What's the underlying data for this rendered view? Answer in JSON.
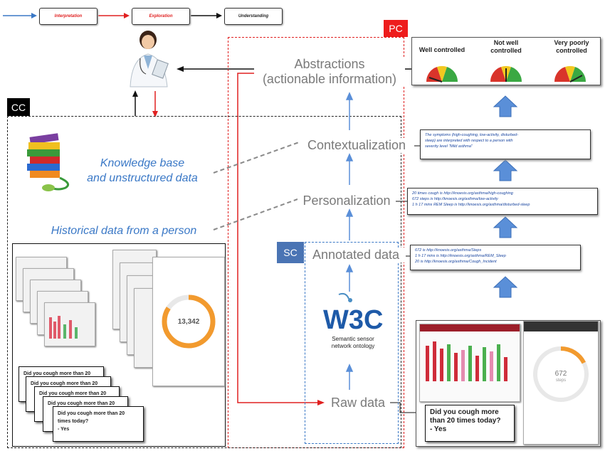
{
  "legend": {
    "interpretation": "Interpretation",
    "exploration": "Exploration",
    "understanding": "Understanding"
  },
  "tags": {
    "pc": "PC",
    "cc": "CC",
    "sc": "SC"
  },
  "stages": {
    "abstractions_line1": "Abstractions",
    "abstractions_line2": "(actionable information)",
    "contextualization": "Contextualization",
    "personalization": "Personalization",
    "annotated": "Annotated data",
    "raw": "Raw data"
  },
  "left": {
    "kb_line1": "Knowledge base",
    "kb_line2": "and unstructured data",
    "historical": "Historical data from a person"
  },
  "gauges": {
    "g1": "Well controlled",
    "g2_line1": "Not well",
    "g2_line2": "controlled",
    "g3_line1": "Very poorly",
    "g3_line2": "controlled"
  },
  "boxes": {
    "context_line1": "The symptoms (high-coughing, low-activity, disturbed-",
    "context_line2": "sleep) are interpreted with respect to a person with",
    "context_line3": "severity level \"Mild asthma\"",
    "pers_line1": "20 times cough is http://knoesis.org/asthma/high-coughing",
    "pers_line2": "672 steps is http://knoesis.org/asthma/low-activity",
    "pers_line3": "1 h 17 mins REM Sleep is http://knoesis.org/asthma/disturbed-sleep",
    "ann_line1": "672 is http://knoesis.org/asthma/Steps",
    "ann_line2": "1 h 17 mins is http://knoesis.org/asthma/REM_Sleep",
    "ann_line3": "20 is http://knoesis.org/asthma/Cough_Incident"
  },
  "w3c": {
    "logo": "W3C",
    "caption_line1": "Semantic sensor",
    "caption_line2": "network ontology"
  },
  "questions": {
    "q_line1": "Did you cough more than 20",
    "q_line2": "times today?",
    "answer": "- Yes",
    "main_line1": "Did you cough more",
    "main_line2": "than 20 times today?",
    "main_answer": "- Yes"
  },
  "phone": {
    "steps": "672",
    "steps_unit": "steps",
    "steps_hist": "13,342"
  },
  "colors": {
    "red": "#e02020",
    "blue": "#3a78c6",
    "arrow_blue": "#5a8fd8",
    "pc_tag": "#ee1c1c",
    "sc_tag": "#4a74b4"
  }
}
